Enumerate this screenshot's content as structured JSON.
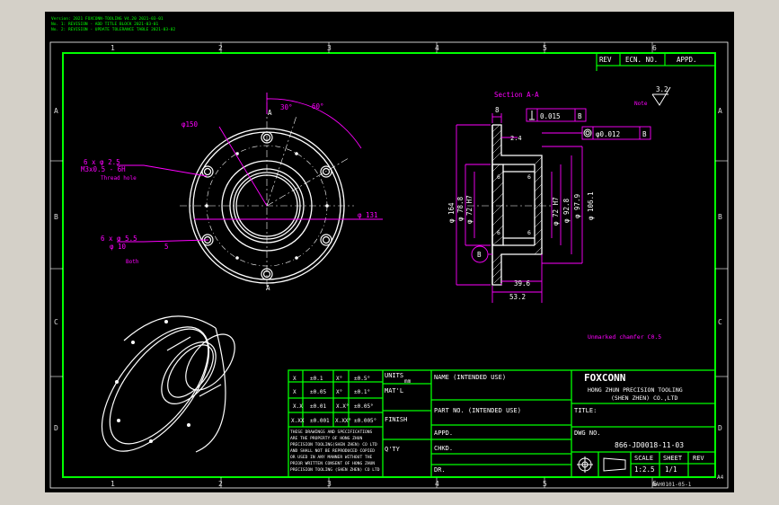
{
  "revision_notes": [
    "Version: 2021 FOXCONN-TOOLING V4.20 2021-03-01",
    "No. 1: REVISION - ADD TITLE BLOCK 2021-03-01",
    "No. 2: REVISION - UPDATE TOLERANCE TABLE 2021-03-02"
  ],
  "columns": [
    "1",
    "2",
    "3",
    "4",
    "5",
    "6"
  ],
  "rows": [
    "A",
    "B",
    "C",
    "D"
  ],
  "revision_header": {
    "rev": "REV",
    "ecn": "ECN. NO.",
    "appd": "APPD."
  },
  "section_label": "Section A-A",
  "roughness_note": "Note",
  "roughness_value": "3.2",
  "front_view": {
    "section_mark": "A",
    "angle_30": "30°",
    "angle_60": "60°",
    "dia_150": "φ150",
    "holes_25": "6 x φ 2.5",
    "thread": "M3x0.5 - 6H",
    "note_1": "Thread hole",
    "holes_55": "6 x φ 5.5",
    "counterbore": "φ 10",
    "depth": "5",
    "note_2": "Both",
    "dia_131": "φ 131",
    "section_mark_bottom": "A"
  },
  "section_view": {
    "dim_8": "8",
    "flatness": "0.015",
    "datum_b": "B",
    "dim_24": "2.4",
    "concentric": "φ0.012",
    "dia_164": "φ 164",
    "dia_78": "φ 78.8",
    "dia_72a": "φ 72 H7",
    "dia_72b": "φ 72 H7",
    "dia_92": "φ 92.8",
    "dia_979": "φ 97.9",
    "dia_1061": "φ 106.1",
    "label_6a": "6",
    "label_6b": "6",
    "label_6c": "6",
    "label_6d": "6",
    "datum_circle": "B",
    "dim_396": "39.6",
    "dim_532": "53.2"
  },
  "chamfer_note": "Unmarked chamfer C0.5",
  "tolerance_table": [
    [
      {
        "k": "X",
        "v": "±0.1"
      },
      {
        "k": "X°",
        "v": "±0.5°"
      }
    ],
    [
      {
        "k": "X",
        "v": "±0.05"
      },
      {
        "k": "X°",
        "v": "±0.1°"
      }
    ],
    [
      {
        "k": "X.X",
        "v": "±0.01"
      },
      {
        "k": "X.X°",
        "v": "±0.05°"
      }
    ],
    [
      {
        "k": "X.XX",
        "v": "±0.001"
      },
      {
        "k": "X.XX°",
        "v": "±0.005°"
      }
    ]
  ],
  "units_label": "UNITS",
  "units_value": "mm",
  "matl_label": "MAT'L",
  "finish_label": "FINISH",
  "qty_label": "Q'TY",
  "disclaimer": [
    "THESE DRAWINGS AND SPECIFICATIONS",
    "ARE THE PROPERTY OF HONG ZHUN",
    "PRECISION TOOLING(SHEN ZHEN) CO LTD",
    "AND SHALL NOT BE REPRODUCED COPIED",
    "OR USED IN ANY MANNER WITHOUT THE",
    "PRIOR WRITTEN CONSENT OF HONG ZHUN",
    "PRECISION TOOLING (SHEN ZHEN) CO LTD"
  ],
  "name_label": "NAME (INTENDED USE)",
  "part_no_label": "PART NO. (INTENDED USE)",
  "appd_label": "APPD.",
  "chkd_label": "CHKD.",
  "dr_label": "DR.",
  "company": {
    "logo": "FOXCONN",
    "line1": "HONG ZHUN PRECISION TOOLING",
    "line2": "(SHEN ZHEN) CO.,LTD"
  },
  "title_label": "TITLE:",
  "dwg_label": "DWG NO.",
  "dwg_no": "866-JD0018-11-03",
  "scale_label": "SCALE",
  "scale_value": "1:2.5",
  "sheet_label": "SHEET",
  "sheet_value": "1/1",
  "rev_label": "REV",
  "sheet_code": "AAH0101-05-1",
  "corner_mark": "A4",
  "colors": {
    "background": "#000000",
    "frame": "#00ff00",
    "geometry": "#ffffff",
    "dimension": "#ff00ff",
    "text": "#ffffff",
    "border_text": "#dcdcdc",
    "window": "#d4d0c8"
  }
}
